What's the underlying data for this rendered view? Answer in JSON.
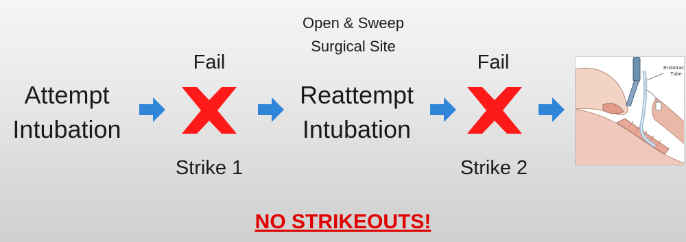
{
  "flow": {
    "step1": [
      "Attempt",
      "Intubation"
    ],
    "fail1": {
      "label": "Fail",
      "strike": "Strike 1"
    },
    "step2": {
      "note": [
        "Open & Sweep",
        "Surgical Site"
      ],
      "lines": [
        "Reattempt",
        "Intubation"
      ]
    },
    "fail2": {
      "label": "Fail",
      "strike": "Strike 2"
    }
  },
  "figure": {
    "label": [
      "Endotracheal",
      "Tube"
    ]
  },
  "footer": {
    "text": "NO STRIKEOUTS!"
  },
  "colors": {
    "arrow": "#2f86d8",
    "x_mark": "#ff1a1a",
    "footer": "#e00000"
  },
  "icons": {
    "arrow": "right-arrow-icon",
    "fail": "x-mark-icon"
  }
}
